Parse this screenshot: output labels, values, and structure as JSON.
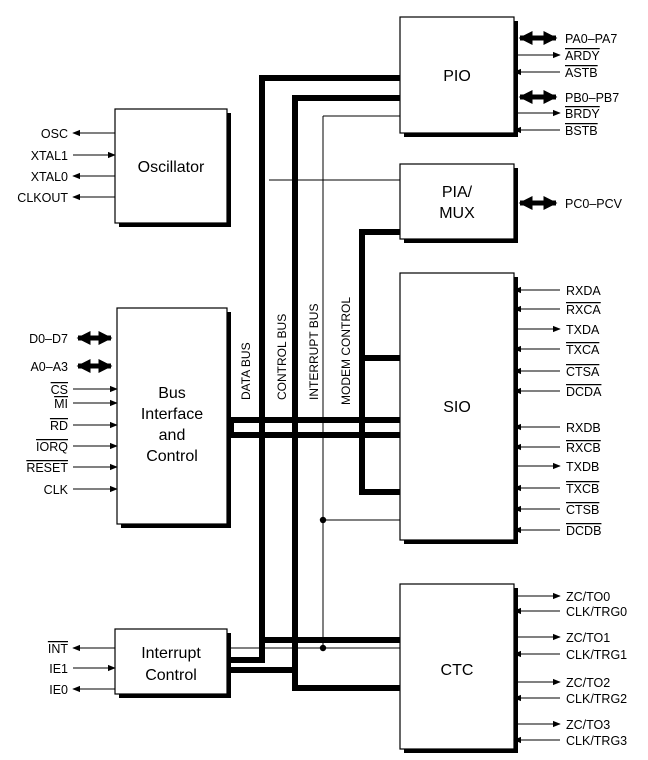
{
  "blocks": {
    "pio": "PIO",
    "pia_line1": "PIA/",
    "pia_line2": "MUX",
    "sio": "SIO",
    "ctc": "CTC",
    "oscillator": "Oscillator",
    "bus_line1": "Bus",
    "bus_line2": "Interface",
    "bus_line3": "and",
    "bus_line4": "Control",
    "int_line1": "Interrupt",
    "int_line2": "Control"
  },
  "buses": {
    "data": "DATA BUS",
    "control": "CONTROL BUS",
    "interrupt": "INTERRUPT BUS",
    "modem": "MODEM CONTROL"
  },
  "oscillator_signals": [
    "OSC",
    "XTAL1",
    "XTAL0",
    "CLKOUT"
  ],
  "bus_signals": [
    "D0–D7",
    "A0–A3",
    "CS",
    "MI",
    "RD",
    "IORQ",
    "RESET",
    "CLK"
  ],
  "interrupt_signals": [
    "INT",
    "IE1",
    "IE0"
  ],
  "pio_signals": [
    "PA0–PA7",
    "ARDY",
    "ASTB",
    "PB0–PB7",
    "BRDY",
    "BSTB"
  ],
  "pia_signals": [
    "PC0–PCV"
  ],
  "sio_signals": [
    "RXDA",
    "RXCA",
    "TXDA",
    "TXCA",
    "CTSA",
    "DCDA",
    "RXDB",
    "RXCB",
    "TXDB",
    "TXCB",
    "CTSB",
    "DCDB"
  ],
  "ctc_signals": [
    "ZC/TO0",
    "CLK/TRG0",
    "ZC/TO1",
    "CLK/TRG1",
    "ZC/TO2",
    "CLK/TRG2",
    "ZC/TO3",
    "CLK/TRG3"
  ]
}
